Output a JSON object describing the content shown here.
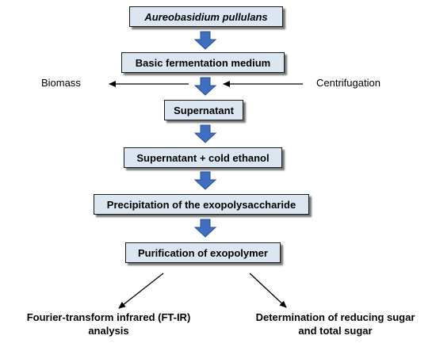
{
  "diagram": {
    "steps": [
      {
        "id": "organism",
        "label": "Aureobasidium pullulans"
      },
      {
        "id": "medium",
        "label": "Basic fermentation medium"
      },
      {
        "id": "supernatant",
        "label": "Supernatant"
      },
      {
        "id": "ethanol",
        "label": "Supernatant + cold ethanol"
      },
      {
        "id": "precipitation",
        "label": "Precipitation of the exopolysaccharide"
      },
      {
        "id": "purification",
        "label": "Purification of exopolymer"
      }
    ],
    "side_labels": {
      "left": "Biomass",
      "right": "Centrifugation"
    },
    "outcomes": {
      "left": [
        "Fourier-transform infrared (FT-IR)",
        "analysis"
      ],
      "right": [
        "Determination of reducing sugar",
        "and total sugar"
      ]
    },
    "colors": {
      "box_fill": "#dce6f1",
      "box_border": "#1a1a1a",
      "block_arrow_fill": "#3f6fc1",
      "block_arrow_stroke": "#2b4f8e",
      "line": "#000000"
    }
  }
}
